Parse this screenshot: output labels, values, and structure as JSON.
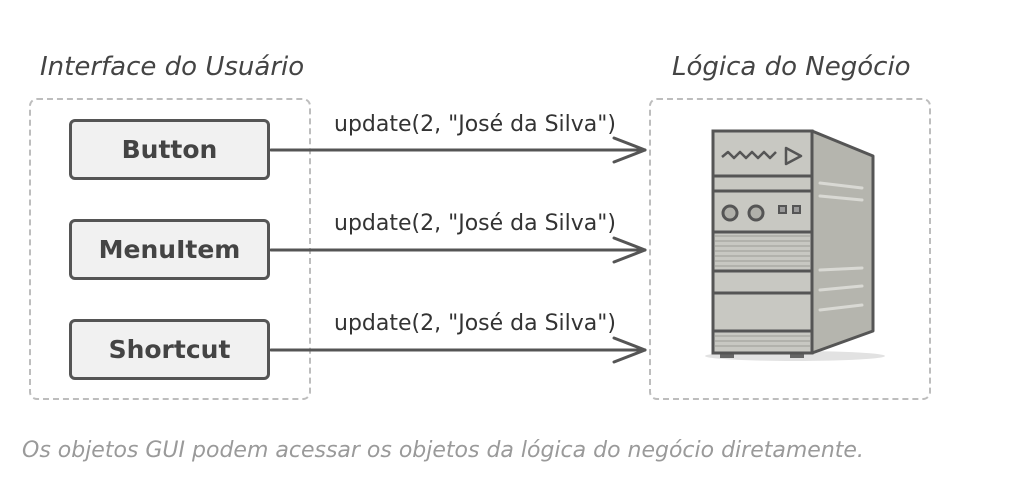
{
  "titles": {
    "ui": "Interface do Usuário",
    "business": "Lógica do Negócio"
  },
  "ui_elements": [
    {
      "label": "Button"
    },
    {
      "label": "MenuItem"
    },
    {
      "label": "Shortcut"
    }
  ],
  "calls": [
    {
      "label": "update(2, \"José da Silva\")"
    },
    {
      "label": "update(2, \"José da Silva\")"
    },
    {
      "label": "update(2, \"José da Silva\")"
    }
  ],
  "caption": "Os objetos GUI podem acessar os objetos da lógica do negócio diretamente.",
  "colors": {
    "stroke": "#555555",
    "box_fill": "#f1f1f1",
    "server_body": "#c8c8c2",
    "dashed_border": "#bdbdbd",
    "caption": "#9a9a9a"
  }
}
